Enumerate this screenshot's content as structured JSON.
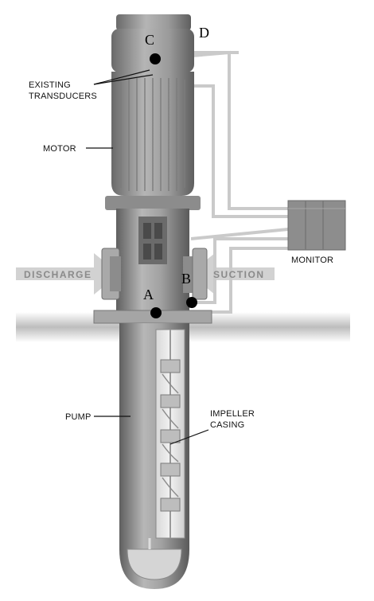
{
  "diagram": {
    "points": {
      "A": "A",
      "B": "B",
      "C": "C",
      "D": "D"
    },
    "labels": {
      "existing_line1": "EXISTING",
      "existing_line2": "TRANSDUCERS",
      "motor": "MOTOR",
      "monitor": "MONITOR",
      "discharge": "DISCHARGE",
      "suction": "SUCTION",
      "pump": "PUMP",
      "impeller_line1": "IMPELLER",
      "impeller_line2": "CASING"
    },
    "colors": {
      "body_fill": "#9c9c9c",
      "dark_fill": "#6e6e6e",
      "light_fill": "#c4c4c4",
      "cable": "#c8c8c8",
      "arrow": "#c9c9c9",
      "sensor": "#000000"
    }
  }
}
